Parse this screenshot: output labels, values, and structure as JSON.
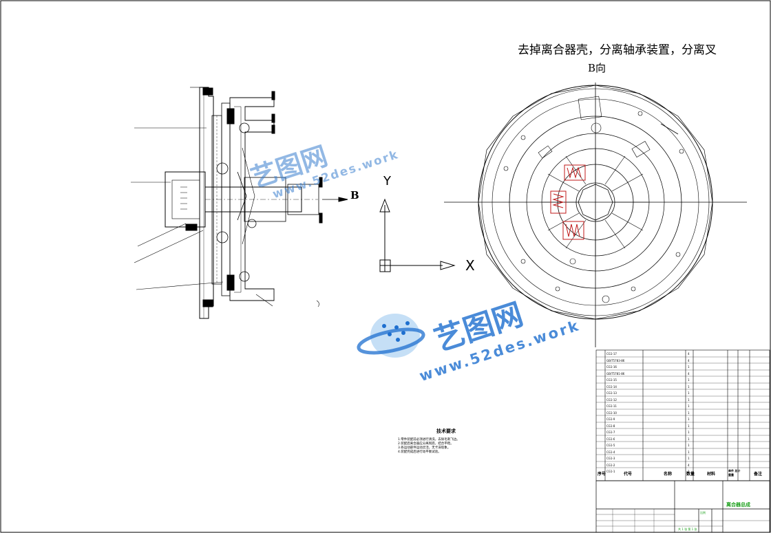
{
  "drawing": {
    "title": "去掉离合器壳，分离轴承装置，分离叉",
    "view_label": "B向",
    "arrow_label": "B",
    "axis_y": "Y",
    "axis_x": "X"
  },
  "watermark": {
    "brand": "艺图网",
    "url": "www.52des.work"
  },
  "notes": {
    "heading": "技术要求",
    "lines": [
      "1.零件装配前必须进行清洗，去除毛刺飞边。",
      "2.装配后离合器应分离彻底，结合平稳。",
      "3.各运动部件运动灵活，无卡滞现象。",
      "4.装配完成后进行动平衡试验。"
    ]
  },
  "bom": {
    "rows": [
      {
        "code": "CG1-17",
        "qty": "4"
      },
      {
        "code": "GB/T5783-86",
        "qty": "4"
      },
      {
        "code": "CG1-16",
        "qty": "1"
      },
      {
        "code": "GB/T5781-86",
        "qty": "4"
      },
      {
        "code": "CG1-15",
        "qty": "1"
      },
      {
        "code": "CG1-14",
        "qty": "1"
      },
      {
        "code": "CG1-13",
        "qty": "1"
      },
      {
        "code": "CG1-12",
        "qty": "1"
      },
      {
        "code": "CG1-11",
        "qty": "1"
      },
      {
        "code": "CG1-10",
        "qty": "1"
      },
      {
        "code": "CG1-9",
        "qty": "1"
      },
      {
        "code": "CG1-8",
        "qty": "1"
      },
      {
        "code": "CG1-7",
        "qty": "1"
      },
      {
        "code": "CG1-6",
        "qty": "1"
      },
      {
        "code": "CG1-5",
        "qty": "1"
      },
      {
        "code": "CG1-4",
        "qty": "1"
      },
      {
        "code": "CG1-3",
        "qty": "1"
      },
      {
        "code": "CG1-2",
        "qty": "4"
      },
      {
        "code": "CG1-1",
        "qty": "1"
      }
    ],
    "header": {
      "index": "序号",
      "code": "代号",
      "name": "名称",
      "qty": "数量",
      "material": "材料",
      "weight": "单件 总计 重量",
      "remark": "备注"
    }
  },
  "title_block": {
    "drawing_name": "离合器总成",
    "scale_label": "比例",
    "sheet_label": "共 1 张  第 1 张"
  },
  "colors": {
    "line": "#000000",
    "watermark": "#2a78d0",
    "titleblock_text": "#1a9f1a",
    "bom_highlight": "#c01818"
  }
}
